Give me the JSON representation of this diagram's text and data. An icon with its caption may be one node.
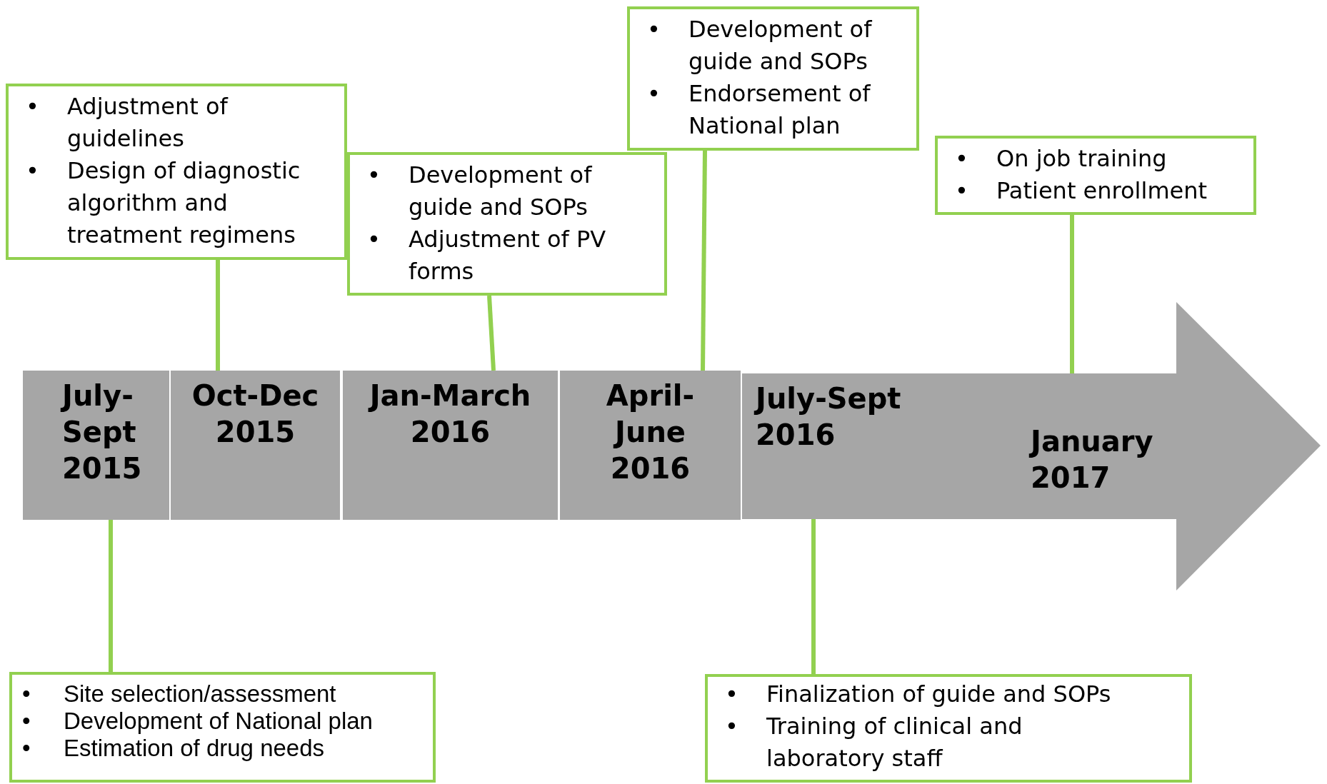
{
  "diagram": {
    "nodes": [
      {
        "text": [
          "• Adjustment of guidelines",
          "• Design of diagnostic algorithm and treatment regimens"
        ]
      },
      {
        "text": [
          "• Development of guide and SOPs",
          "• Endorsement of National plan"
        ]
      },
      {
        "text": [
          "• Development of guide and SOPs",
          "• Adjustment of PV forms"
        ]
      },
      {
        "text": [
          "• On job training",
          "• Patient enrollment"
        ]
      },
      {
        "text": [
          "July- Sept 2015"
        ]
      },
      {
        "text": [
          "Oct-Dec 2015"
        ]
      },
      {
        "text": [
          "Jan-March 2016"
        ]
      },
      {
        "text": [
          "April- June 2016"
        ]
      },
      {
        "text": [
          "July-Sept 2016",
          "January 2017"
        ]
      },
      {
        "text": [
          "• Site selection/assessment",
          "• Development of National plan",
          "• Estimation of drug needs"
        ]
      },
      {
        "text": [
          "• Finalization of guide and SOPs",
          "• Training of clinical and laboratory staff"
        ]
      }
    ],
    "edges": [
      {
        "from": 0,
        "to": 5,
        "arrow": "none"
      },
      {
        "from": 2,
        "to": 6,
        "arrow": "none"
      },
      {
        "from": 1,
        "to": 7,
        "arrow": "none"
      },
      {
        "from": 3,
        "to": 8,
        "arrow": "none"
      },
      {
        "from": 4,
        "to": 9,
        "arrow": "none"
      },
      {
        "from": 8,
        "to": 10,
        "arrow": "none"
      }
    ]
  }
}
